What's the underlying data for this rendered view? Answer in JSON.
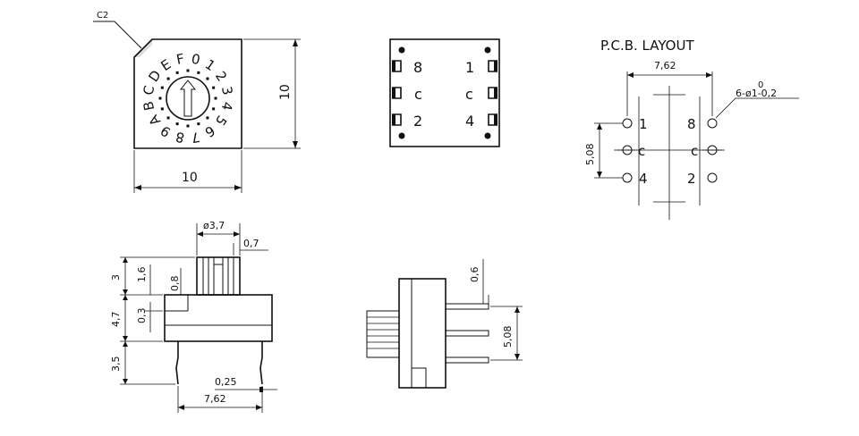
{
  "top_view": {
    "chamfer_label": "C2",
    "dial_chars": [
      "0",
      "1",
      "2",
      "3",
      "4",
      "5",
      "6",
      "7",
      "8",
      "9",
      "A",
      "B",
      "C",
      "D",
      "E",
      "F"
    ],
    "width_dim": "10",
    "height_dim": "10"
  },
  "pin_view": {
    "left_labels": [
      "8",
      "c",
      "2"
    ],
    "right_labels": [
      "1",
      "c",
      "4"
    ]
  },
  "pcb_layout": {
    "title": "P.C.B. LAYOUT",
    "spacing_dim": "7,62",
    "hole_tol_upper": "0",
    "hole_spec": "6-ø1-0,2",
    "vertical_dim": "5,08",
    "labels": {
      "tl": "1",
      "tr": "8",
      "ml": "c",
      "mr": "c",
      "bl": "4",
      "br": "2"
    }
  },
  "side_view": {
    "knob_dia": "ø3,7",
    "dim_0_7": "0,7",
    "dim_3": "3",
    "dim_1_6": "1,6",
    "dim_0_8": "0,8",
    "dim_4_7": "4,7",
    "dim_0_3": "0,3",
    "dim_3_5": "3,5",
    "dim_0_25": "0,25",
    "dim_7_62": "7,62"
  },
  "end_view": {
    "dim_0_6": "0,6",
    "dim_5_08": "5,08"
  }
}
